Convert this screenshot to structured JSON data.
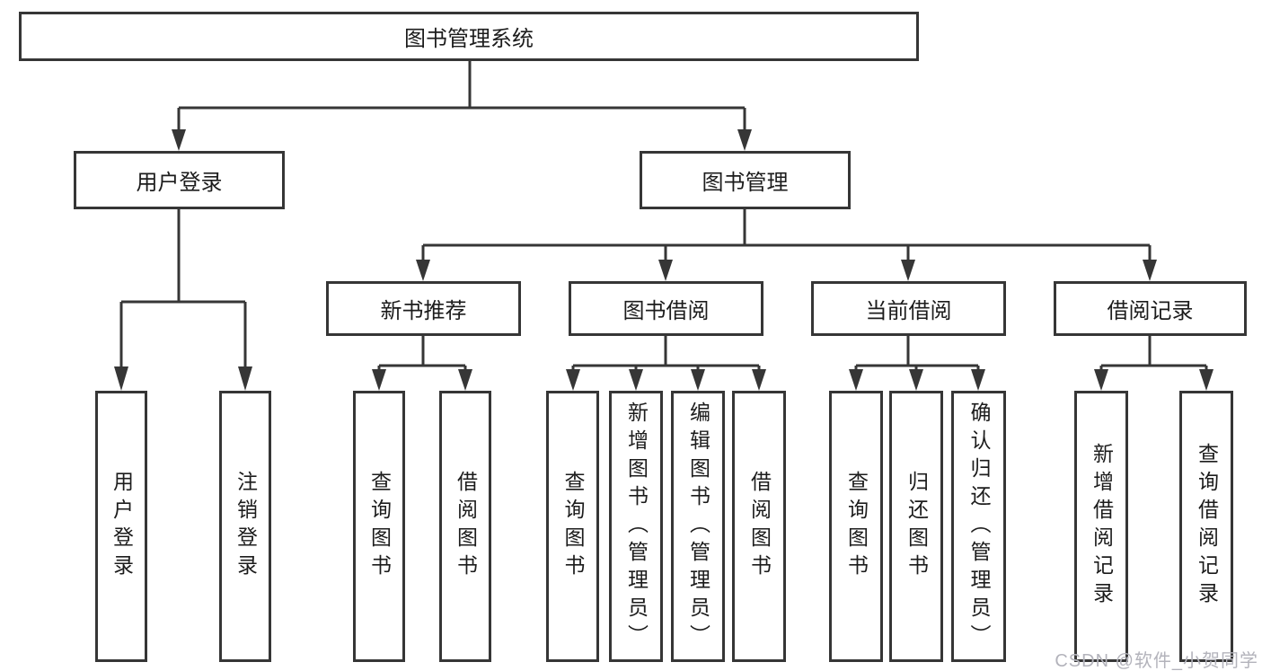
{
  "diagram_type": "tree",
  "colors": {
    "line": "#363636",
    "text": "#1c1c1c",
    "background": "#ffffff",
    "watermark": "#b3b3bb"
  },
  "tree": {
    "root": {
      "label": "图书管理系统"
    },
    "level2": [
      {
        "label": "用户登录",
        "children": [
          {
            "label": "用户登录"
          },
          {
            "label": "注销登录"
          }
        ]
      },
      {
        "label": "图书管理",
        "children": [
          {
            "label": "新书推荐",
            "children": [
              {
                "label": "查询图书"
              },
              {
                "label": "借阅图书"
              }
            ]
          },
          {
            "label": "图书借阅",
            "children": [
              {
                "label": "查询图书"
              },
              {
                "label": "新增图书（管理员）"
              },
              {
                "label": "编辑图书（管理员）"
              },
              {
                "label": "借阅图书"
              }
            ]
          },
          {
            "label": "当前借阅",
            "children": [
              {
                "label": "查询图书"
              },
              {
                "label": "归还图书"
              },
              {
                "label": "确认归还（管理员）"
              }
            ]
          },
          {
            "label": "借阅记录",
            "children": [
              {
                "label": "新增借阅记录"
              },
              {
                "label": "查询借阅记录"
              }
            ]
          }
        ]
      }
    ]
  },
  "watermark": "CSDN @软件_小贺同学"
}
